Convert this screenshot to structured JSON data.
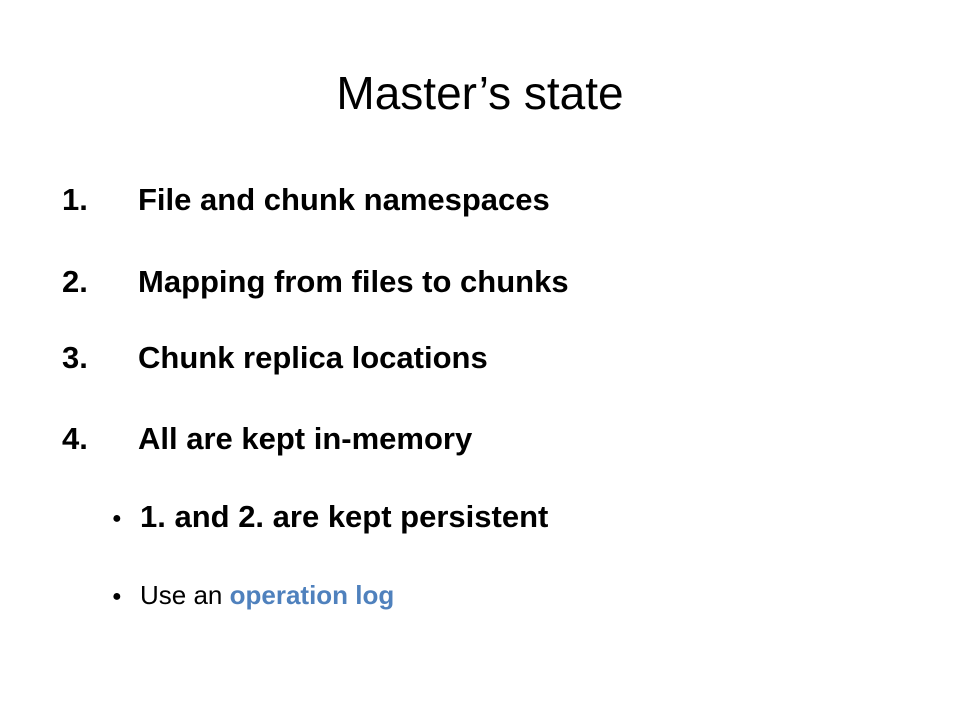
{
  "slide": {
    "title": "Master’s state",
    "items": [
      {
        "number": "1.",
        "text": "File and chunk namespaces"
      },
      {
        "number": "2.",
        "text": "Mapping from files to chunks"
      },
      {
        "number": "3.",
        "text": "Chunk replica locations"
      },
      {
        "number": "4.",
        "text": "All are kept in-memory"
      }
    ],
    "subitems": [
      {
        "bullet": "●",
        "text": "1. and 2. are kept persistent"
      },
      {
        "bullet": "●",
        "text_plain": "Use an ",
        "text_highlight": "operation log"
      }
    ],
    "colors": {
      "highlight": "#4f81bd",
      "text": "#000000",
      "background": "#ffffff"
    }
  }
}
